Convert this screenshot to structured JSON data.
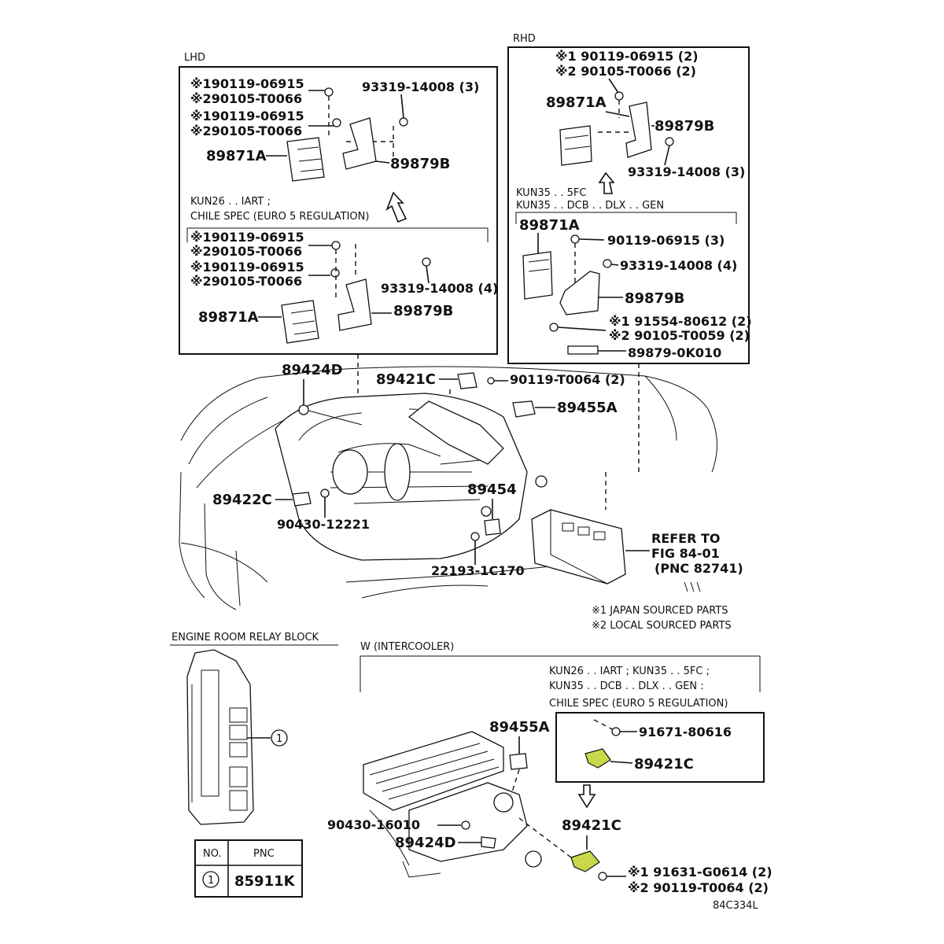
{
  "lhd": {
    "title": "LHD",
    "top": {
      "a1": "※190119-06915",
      "a2": "※290105-T0066",
      "b1": "※190119-06915",
      "b2": "※290105-T0066",
      "bolt": "93319-14008 (3)",
      "ecu": "89871A",
      "bracket": "89879B"
    },
    "spec1": "KUN26 . . IART ;",
    "spec2": "CHILE SPEC (EURO 5 REGULATION)",
    "bottom": {
      "a1": "※190119-06915",
      "a2": "※290105-T0066",
      "b1": "※190119-06915",
      "b2": "※290105-T0066",
      "bolt": "93319-14008 (4)",
      "ecu": "89871A",
      "bracket": "89879B"
    }
  },
  "rhd": {
    "title": "RHD",
    "top": {
      "a1": "※1 90119-06915 (2)",
      "a2": "※2 90105-T0066 (2)",
      "ecu": "89871A",
      "bracket": "89879B",
      "bolt": "93319-14008 (3)"
    },
    "spec1": "KUN35 . . 5FC",
    "spec2": "KUN35 . . DCB . . DLX . . GEN",
    "bottom": {
      "ecu": "89871A",
      "screw": "90119-06915 (3)",
      "bolt": "93319-14008 (4)",
      "bracket": "89879B",
      "c1": "※1 91554-80612 (2)",
      "c2": "※2 90105-T0059 (2)",
      "bracket2": "89879-0K010"
    }
  },
  "engine": {
    "p89424D": "89424D",
    "p89421C": "89421C",
    "p90119": "90119-T0064 (2)",
    "p89455A": "89455A",
    "p89422C": "89422C",
    "p89454": "89454",
    "p90430": "90430-12221",
    "p22193": "22193-1C170",
    "ref1": "REFER TO",
    "ref2": "FIG 84-01",
    "ref3": "(PNC 82741)"
  },
  "notes": {
    "n1": "※1 JAPAN SOURCED PARTS",
    "n2": "※2 LOCAL SOURCED PARTS"
  },
  "relay": {
    "title": "ENGINE ROOM RELAY BLOCK",
    "callout": "1",
    "table": {
      "col_no": "NO.",
      "col_pnc": "PNC",
      "row_no": "1",
      "row_pnc": "85911K"
    }
  },
  "intercooler": {
    "title": "W (INTERCOOLER)",
    "spec1": "KUN26 . . IART ; KUN35 . . 5FC ;",
    "spec2": "KUN35 . . DCB . . DLX . . GEN :",
    "spec3": "CHILE SPEC (EURO 5 REGULATION)",
    "inset_bolt": "91671-80616",
    "inset_part": "89421C",
    "p89455A": "89455A",
    "p89421C": "89421C",
    "p90430": "90430-16010",
    "p89424D": "89424D",
    "d1": "※1 91631-G0614 (2)",
    "d2": "※2 90119-T0064 (2)",
    "figure_code": "84C334L"
  },
  "colors": {
    "highlight": "#c8d84a",
    "ink": "#111111"
  }
}
